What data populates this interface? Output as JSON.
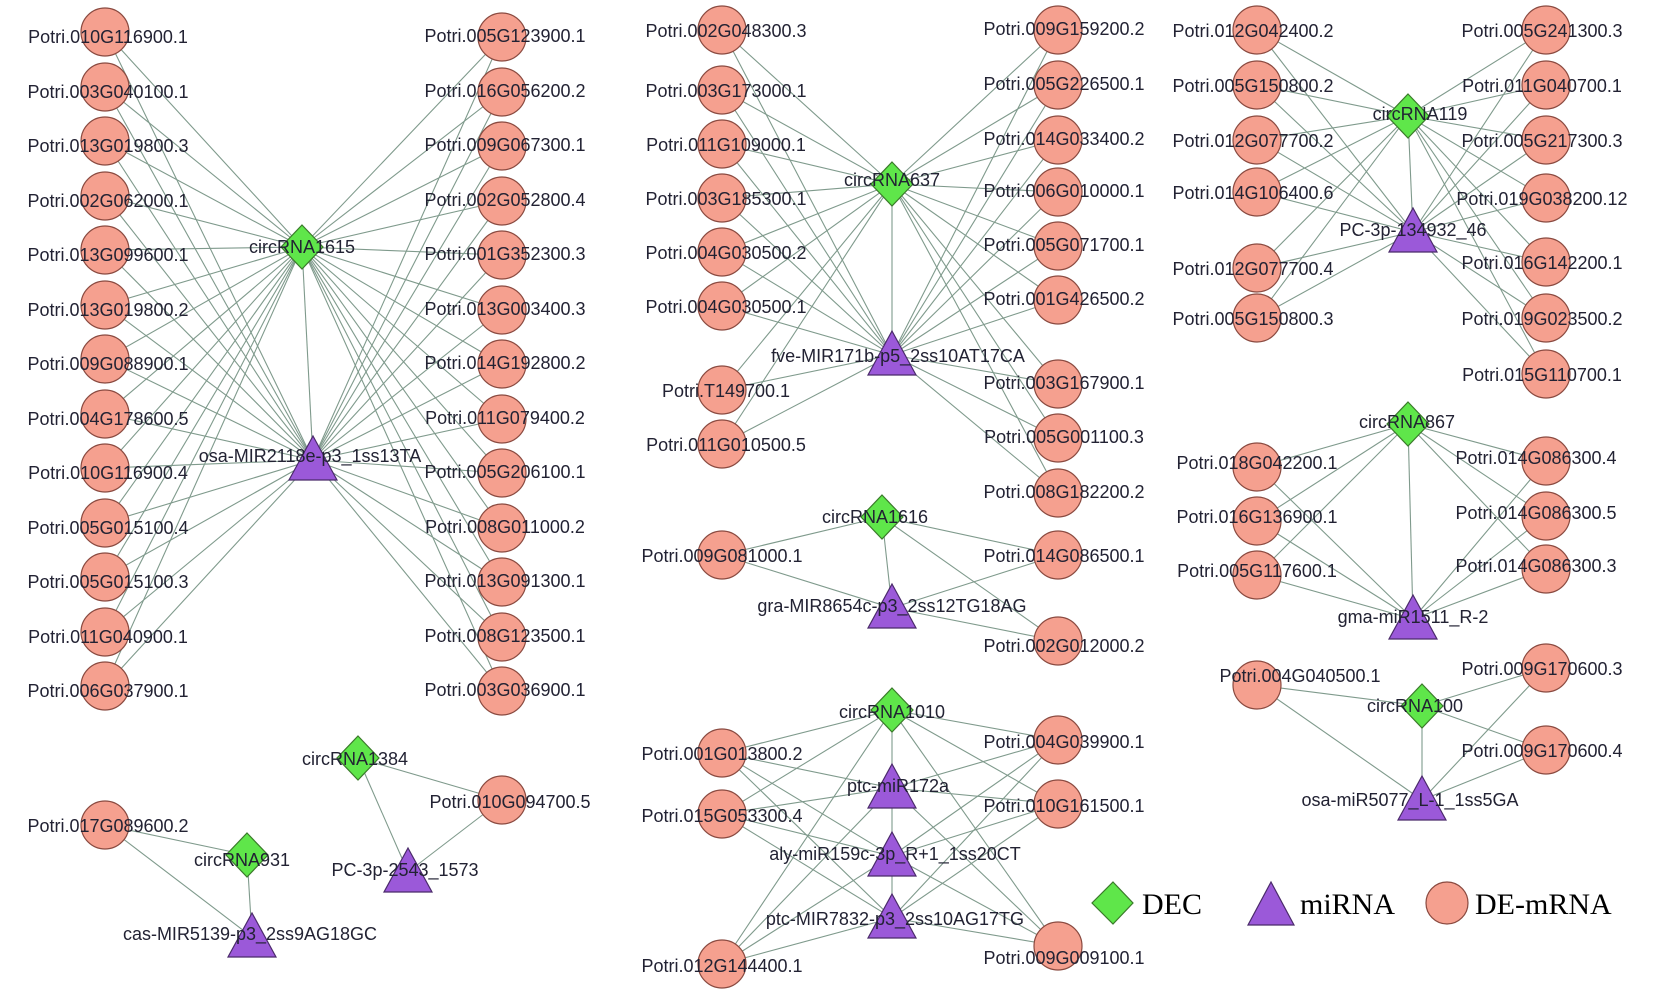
{
  "legend": {
    "dec_label": "DEC",
    "mirna_label": "miRNA",
    "mrna_label": "DE-mRNA",
    "colors": {
      "dec": "#5fe64a",
      "mirna": "#9b59d9",
      "mrna": "#f5a08f",
      "edge": "#7f9a8c"
    }
  },
  "modules": [
    {
      "circ": "circRNA1615",
      "mirna": "osa-MIR2118e-p3_1ss13TA",
      "left": [
        "Potri.010G116900.1",
        "Potri.003G040100.1",
        "Potri.013G019800.3",
        "Potri.002G062000.1",
        "Potri.013G099600.1",
        "Potri.013G019800.2",
        "Potri.009G088900.1",
        "Potri.004G178600.5",
        "Potri.010G116900.4",
        "Potri.005G015100.4",
        "Potri.005G015100.3",
        "Potri.011G040900.1",
        "Potri.006G037900.1"
      ],
      "right": [
        "Potri.005G123900.1",
        "Potri.016G056200.2",
        "Potri.009G067300.1",
        "Potri.002G052800.4",
        "Potri.001G352300.3",
        "Potri.013G003400.3",
        "Potri.014G192800.2",
        "Potri.011G079400.2",
        "Potri.005G206100.1",
        "Potri.008G011000.2",
        "Potri.013G091300.1",
        "Potri.008G123500.1",
        "Potri.003G036900.1"
      ]
    },
    {
      "circ": "circRNA931",
      "mirna": "cas-MIR5139-p3_2ss9AG18GC",
      "mrnas": [
        "Potri.017G089600.2"
      ]
    },
    {
      "circ": "circRNA1384",
      "mirna": "PC-3p-2543_1573",
      "mrnas": [
        "Potri.010G094700.5"
      ]
    },
    {
      "circ": "circRNA637",
      "mirna": "fve-MIR171b-p5_2ss10AT17CA",
      "left": [
        "Potri.002G048300.3",
        "Potri.003G173000.1",
        "Potri.011G109000.1",
        "Potri.003G185300.1",
        "Potri.004G030500.2",
        "Potri.004G030500.1",
        "Potri.T149700.1",
        "Potri.011G010500.5"
      ],
      "right": [
        "Potri.009G159200.2",
        "Potri.005G226500.1",
        "Potri.014G033400.2",
        "Potri.006G010000.1",
        "Potri.005G071700.1",
        "Potri.001G426500.2",
        "Potri.003G167900.1",
        "Potri.005G001100.3",
        "Potri.008G182200.2"
      ]
    },
    {
      "circ": "circRNA1616",
      "mirna": "gra-MIR8654c-p3_2ss12TG18AG",
      "mrnas": [
        "Potri.009G081000.1",
        "Potri.014G086500.1",
        "Potri.002G012000.2"
      ]
    },
    {
      "circ": "circRNA1010",
      "mirnas": [
        "ptc-miR172a",
        "aly-miR159c-3p_R+1_1ss20CT",
        "ptc-MIR7832-p3_2ss10AG17TG"
      ],
      "mrnas": [
        "Potri.001G013800.2",
        "Potri.015G053300.4",
        "Potri.012G144400.1",
        "Potri.004G039900.1",
        "Potri.010G161500.1",
        "Potri.009G009100.1"
      ]
    },
    {
      "circ": "circRNA119",
      "mirna": "PC-3p-134932_46",
      "left": [
        "Potri.012G042400.2",
        "Potri.005G150800.2",
        "Potri.012G077700.2",
        "Potri.014G106400.6",
        "Potri.012G077700.4",
        "Potri.005G150800.3"
      ],
      "right": [
        "Potri.005G241300.3",
        "Potri.011G040700.1",
        "Potri.005G217300.3",
        "Potri.019G038200.12",
        "Potri.016G142200.1",
        "Potri.019G023500.2",
        "Potri.015G110700.1"
      ]
    },
    {
      "circ": "circRNA867",
      "mirna": "gma-miR1511_R-2",
      "left": [
        "Potri.018G042200.1",
        "Potri.016G136900.1",
        "Potri.005G117600.1"
      ],
      "right": [
        "Potri.014G086300.4",
        "Potri.014G086300.5",
        "Potri.014G086300.3"
      ]
    },
    {
      "circ": "circRNA100",
      "mirna": "osa-miR5077_L-1_1ss5GA",
      "mrnas": [
        "Potri.004G040500.1",
        "Potri.009G170600.3",
        "Potri.009G170600.4"
      ]
    }
  ]
}
